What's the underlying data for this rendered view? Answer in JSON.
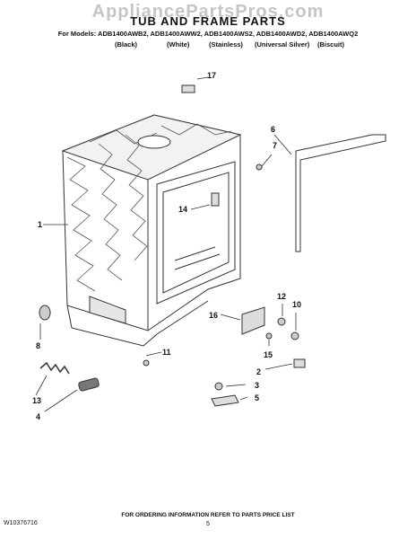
{
  "watermark": "AppliancePartsPros.com",
  "title": "TUB AND FRAME PARTS",
  "models_line": "For Models: ADB1400AWB2, ADB1400AWW2, ADB1400AWS2, ADB1400AWD2, ADB1400AWQ2",
  "colors": [
    "(Black)",
    "(White)",
    "(Stainless)",
    "(Universal Silver)",
    "(Biscuit)"
  ],
  "callouts": {
    "c1": "1",
    "c2": "2",
    "c3": "3",
    "c4": "4",
    "c5": "5",
    "c6": "6",
    "c7": "7",
    "c8": "8",
    "c10": "10",
    "c11": "11",
    "c12": "12",
    "c13": "13",
    "c14": "14",
    "c15": "15",
    "c16": "16",
    "c17": "17"
  },
  "footer": {
    "doc_id": "W10376716",
    "note": "FOR ORDERING INFORMATION REFER TO PARTS PRICE LIST",
    "page": "5"
  }
}
